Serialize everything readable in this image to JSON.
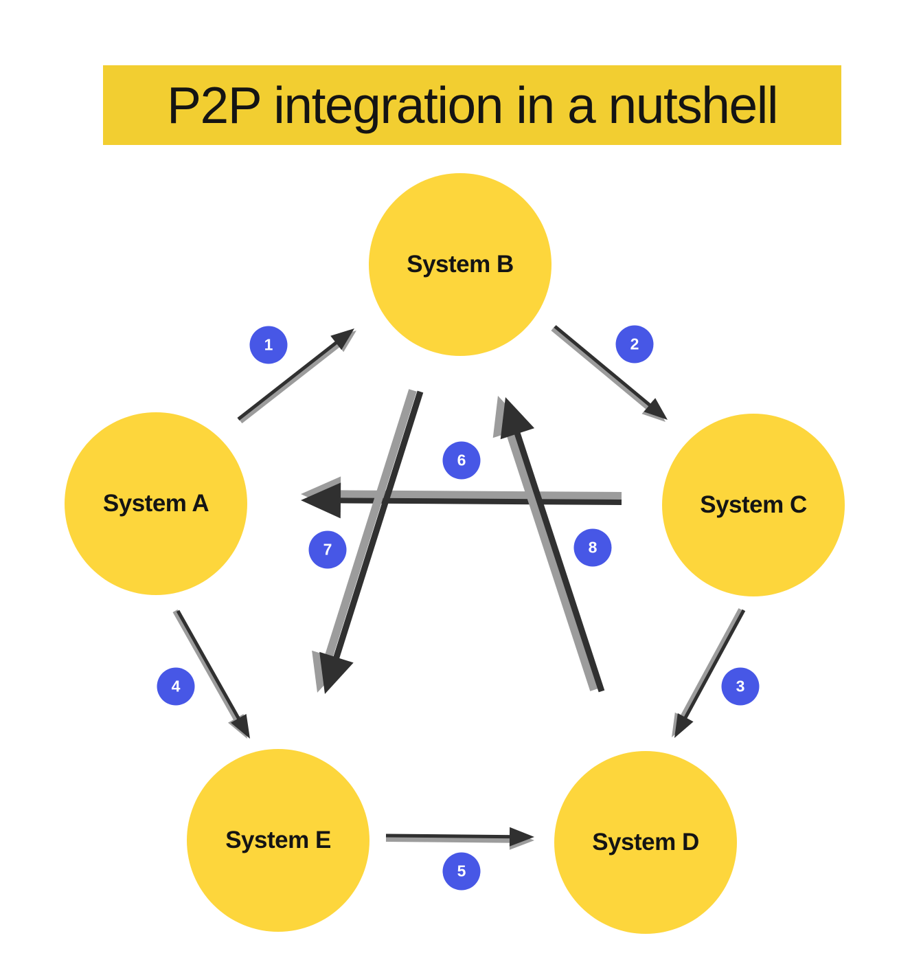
{
  "title": "P2P integration in a nutshell",
  "colors": {
    "background": "#FFFFFF",
    "title_bg": "#F2CE31",
    "node_fill": "#FDD63C",
    "badge_bg": "#4757E6",
    "badge_text": "#FFFFFF",
    "label_text": "#141414",
    "arrow_dark": "#303030",
    "arrow_light": "#9C9C9C"
  },
  "nodes": [
    {
      "id": "A",
      "label": "System A"
    },
    {
      "id": "B",
      "label": "System B"
    },
    {
      "id": "C",
      "label": "System C"
    },
    {
      "id": "D",
      "label": "System D"
    },
    {
      "id": "E",
      "label": "System E"
    }
  ],
  "connections": [
    {
      "number": "1",
      "from": "System A",
      "to": "System B"
    },
    {
      "number": "2",
      "from": "System B",
      "to": "System C"
    },
    {
      "number": "3",
      "from": "System C",
      "to": "System D"
    },
    {
      "number": "4",
      "from": "System A",
      "to": "System E"
    },
    {
      "number": "5",
      "from": "System E",
      "to": "System D"
    },
    {
      "number": "6",
      "from": "System C",
      "to": "System A"
    },
    {
      "number": "7",
      "from": "System B",
      "to": "System E"
    },
    {
      "number": "8",
      "from": "System D",
      "to": "System B"
    }
  ]
}
